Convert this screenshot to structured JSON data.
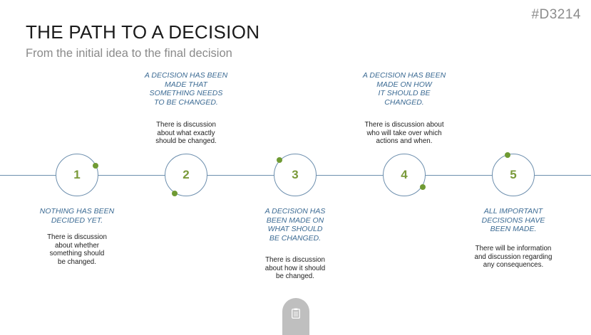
{
  "slide_id": "#D3214",
  "title": "THE PATH TO A DECISION",
  "subtitle": "From the initial idea to the final decision",
  "colors": {
    "timeline": "#6d8fae",
    "number": "#7a9a3a",
    "dot": "#6f9a33",
    "heading": "#3b6a93"
  },
  "steps": [
    {
      "number": "1",
      "heading": [
        "NOTHING HAS BEEN",
        "DECIDED YET."
      ],
      "description": [
        "There is discussion",
        "about whether",
        "something should",
        "be changed."
      ]
    },
    {
      "number": "2",
      "heading": [
        "A DECISION HAS BEEN",
        "MADE THAT",
        "SOMETHING NEEDS",
        "TO BE CHANGED."
      ],
      "description": [
        "There is discussion",
        "about what exactly",
        "should be changed."
      ]
    },
    {
      "number": "3",
      "heading": [
        "A DECISION HAS",
        "BEEN MADE ON",
        "WHAT SHOULD",
        "BE CHANGED."
      ],
      "description": [
        "There is discussion",
        "about how it should",
        "be changed."
      ]
    },
    {
      "number": "4",
      "heading": [
        "A DECISION HAS BEEN",
        "MADE ON HOW",
        "IT SHOULD BE",
        "CHANGED."
      ],
      "description": [
        "There is discussion about",
        "who will take over which",
        "actions and when."
      ]
    },
    {
      "number": "5",
      "heading": [
        "ALL IMPORTANT",
        "DECISIONS HAVE",
        "BEEN MADE."
      ],
      "description": [
        "There will be information",
        "and discussion regarding",
        "any consequences."
      ]
    }
  ],
  "footer_icon": "clipboard-icon"
}
